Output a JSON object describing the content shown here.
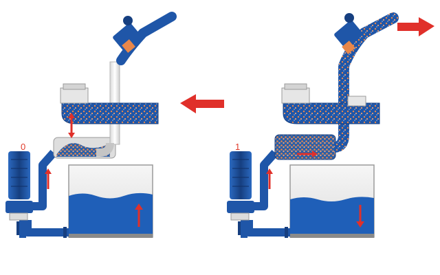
{
  "states": [
    {
      "label": "0",
      "tank_level_arrow": "up"
    },
    {
      "label": "1",
      "tank_level_arrow": "down"
    }
  ],
  "colors": {
    "pipe_blue": "#1f56a8",
    "pipe_dark": "#163f80",
    "water_blue": "#1f5fb8",
    "tank_bg": "#eeeeee",
    "arrow_red": "#e0302a",
    "particle": "#e8874a",
    "pipe_white": "#ffffff",
    "pipe_outline": "#b5b5b5",
    "label_red": "#e03a2a"
  },
  "icons": {
    "motor": "pump-motor-icon",
    "valve": "butterfly-valve-icon",
    "tank": "storage-tank-icon"
  }
}
